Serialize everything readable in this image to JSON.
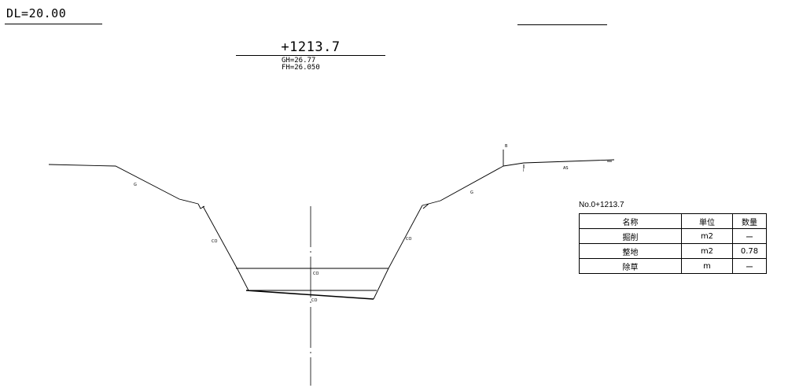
{
  "header": {
    "dl": "DL=20.00",
    "station": "+1213.7",
    "gh": "GH=26.77",
    "fh": "FH=26.050"
  },
  "section_labels": {
    "left_slope_g": "G",
    "left_wall_co": "CO",
    "channel_co_upper": "CO",
    "channel_co_lower": "CO",
    "right_wall_co": "CO",
    "right_slope_g": "G",
    "right_marker_b": "B",
    "right_marker_i": "i",
    "right_surface_as": "AS"
  },
  "quantity_table": {
    "title": "No.0+1213.7",
    "headers": [
      "名称",
      "単位",
      "数量"
    ],
    "rows": [
      [
        "掘削",
        "m2",
        "ー"
      ],
      [
        "整地",
        "m2",
        "0.78"
      ],
      [
        "除草",
        "m",
        "ー"
      ]
    ]
  },
  "colors": {
    "line": "#000000",
    "background": "#ffffff"
  }
}
